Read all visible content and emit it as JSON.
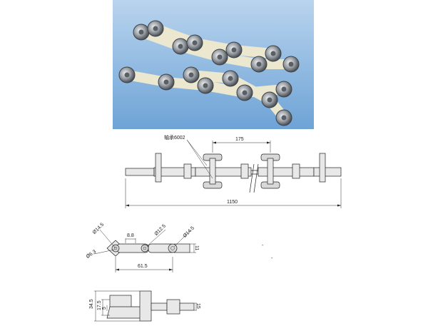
{
  "photo": {
    "bg_top": "#b9d4ee",
    "bg_bottom": "#6ea3d6",
    "link_color": "#ece8cf",
    "bearing_color": "#9aa0a6"
  },
  "front_view": {
    "bearing_label": "轴承6002",
    "pitch": "175",
    "total_length": "1150"
  },
  "top_view": {
    "d1": "Ø14.5",
    "d2": "8.8",
    "d3": "Ø12.5",
    "d4": "Ø14.5",
    "d5": "Ø6.3",
    "d6": "11",
    "d7": "61.5"
  },
  "side_view": {
    "h1": "34.5",
    "h2": "17.5",
    "h3": "5",
    "h4": "15"
  },
  "marks": {
    "m1": "-",
    "m2": "-"
  }
}
